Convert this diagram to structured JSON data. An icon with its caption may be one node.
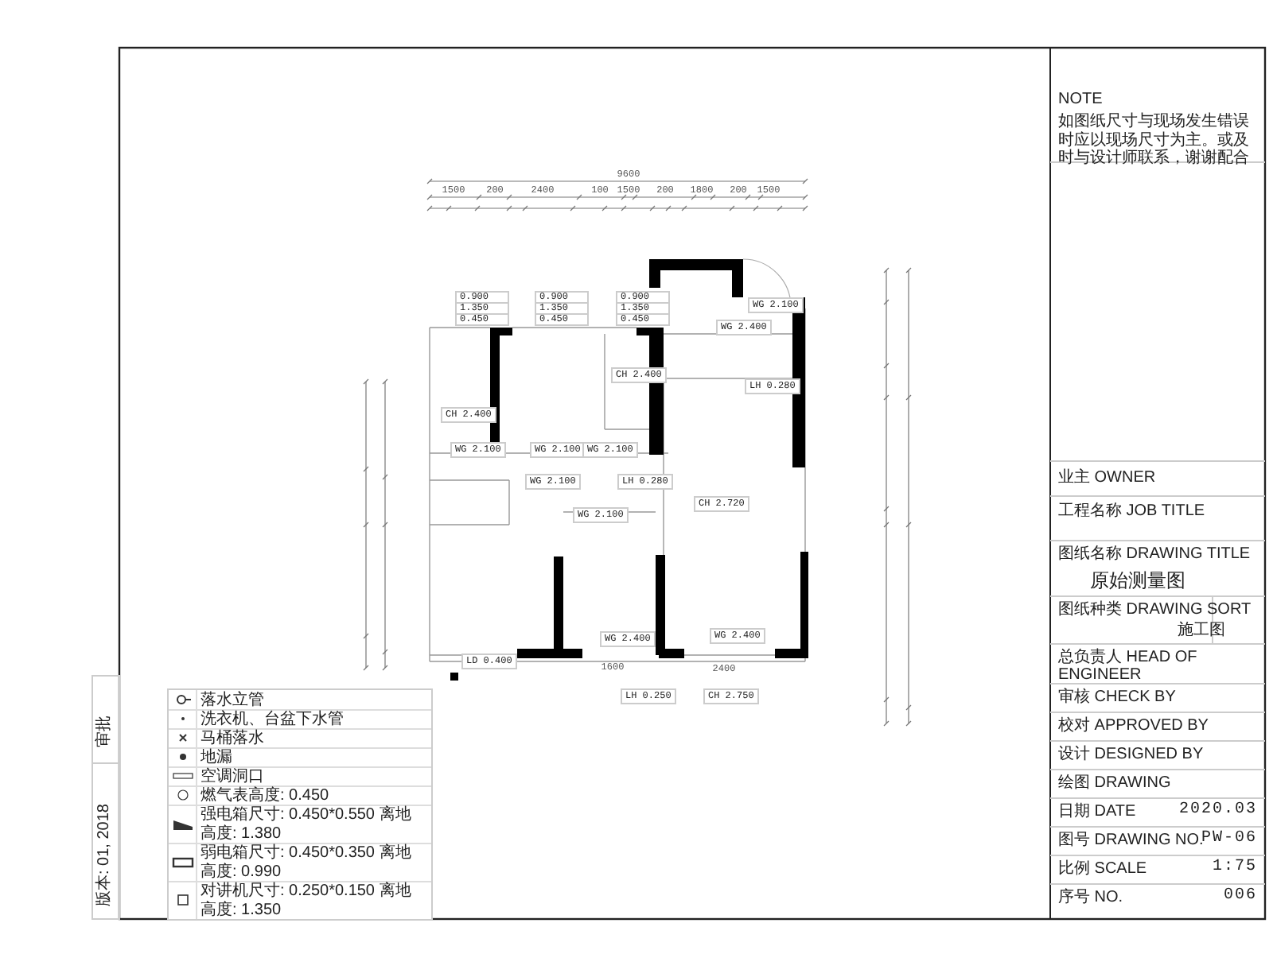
{
  "diagram": {
    "labels": [
      "9600",
      "1500",
      "200",
      "2400",
      "100",
      "1500",
      "200",
      "1800",
      "200",
      "1500",
      "0.900",
      "1.350",
      "0.450",
      "0.900",
      "1.350",
      "0.450",
      "0.900",
      "1.350",
      "0.450",
      "WG 2.100",
      "WG 2.400",
      "CH 2.400",
      "CH 2.400",
      "LH 0.280",
      "WG 2.100",
      "WG 2.100",
      "WG 2.100",
      "WG 2.100",
      "LH 0.280",
      "CH 2.720",
      "WG 2.100",
      "WG 2.400",
      "WG 2.400",
      "LD 0.400",
      "1600",
      "2400",
      "LH 0.250",
      "CH 2.750",
      "NOTE",
      "如图纸尺寸与现场发生错误时应以现场尺寸为主。或及时与设计师联系，谢谢配合",
      "业主 OWNER",
      "工程名称 JOB TITLE",
      "图纸名称 DRAWING TITLE",
      "原始测量图",
      "图纸种类 DRAWING SORT",
      "施工图",
      "总负责人 HEAD OF ENGINEER",
      "审核 CHECK BY",
      "校对 APPROVED BY",
      "设计 DESIGNED BY",
      "绘图 DRAWING",
      "日期 DATE",
      "2020.03",
      "图号 DRAWING NO.",
      "PW-06",
      "比例 SCALE",
      "1:75",
      "序号 NO.",
      "006",
      "审批",
      "版本: 01, 2018"
    ],
    "legend": [
      {
        "text": "落水立管"
      },
      {
        "text": "洗衣机、台盆下水管"
      },
      {
        "text": "马桶落水"
      },
      {
        "text": "地漏"
      },
      {
        "text": "空调洞口"
      },
      {
        "text": "燃气表高度: 0.450"
      },
      {
        "text": "强电箱尺寸: 0.450*0.550 离地高度: 1.380"
      },
      {
        "text": "弱电箱尺寸: 0.450*0.350 离地高度: 0.990"
      },
      {
        "text": "对讲机尺寸: 0.250*0.150 离地高度: 1.350"
      }
    ]
  }
}
